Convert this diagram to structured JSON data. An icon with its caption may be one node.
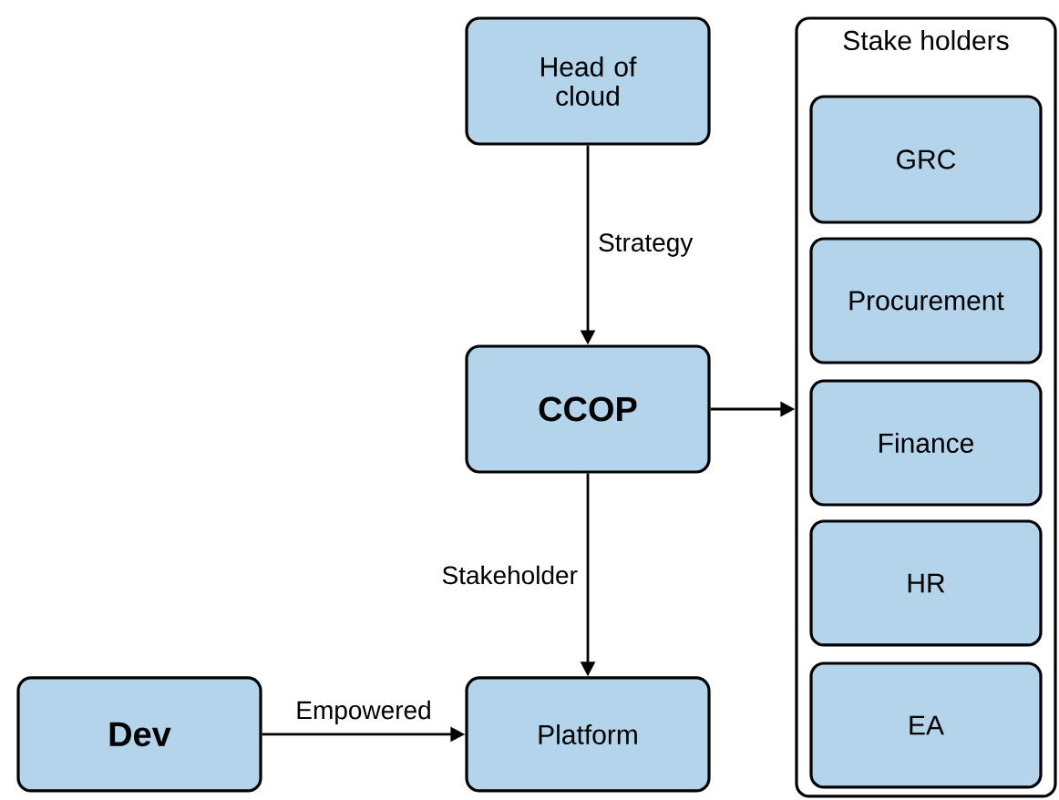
{
  "diagram": {
    "nodes": [
      {
        "text": [
          "Head of cloud"
        ]
      },
      {
        "text": [
          "CCOP"
        ]
      },
      {
        "text": [
          "Stake holders"
        ]
      },
      {
        "text": [
          "GRC"
        ],
        "in": 2
      },
      {
        "text": [
          "Procurement"
        ],
        "in": 2
      },
      {
        "text": [
          "Finance"
        ],
        "in": 2
      },
      {
        "text": [
          "HR"
        ],
        "in": 2
      },
      {
        "text": [
          "EA"
        ],
        "in": 2
      },
      {
        "text": [
          "Dev"
        ]
      },
      {
        "text": [
          "Platform"
        ]
      }
    ],
    "edges": [
      {
        "from": 0,
        "to": 1,
        "arrow": "to",
        "label": "Strategy"
      },
      {
        "from": 1,
        "to": 2,
        "arrow": "to"
      },
      {
        "from": 1,
        "to": 9,
        "arrow": "to",
        "label": "Stakeholder"
      },
      {
        "from": 8,
        "to": 9,
        "arrow": "to",
        "label": "Empowered"
      }
    ]
  }
}
